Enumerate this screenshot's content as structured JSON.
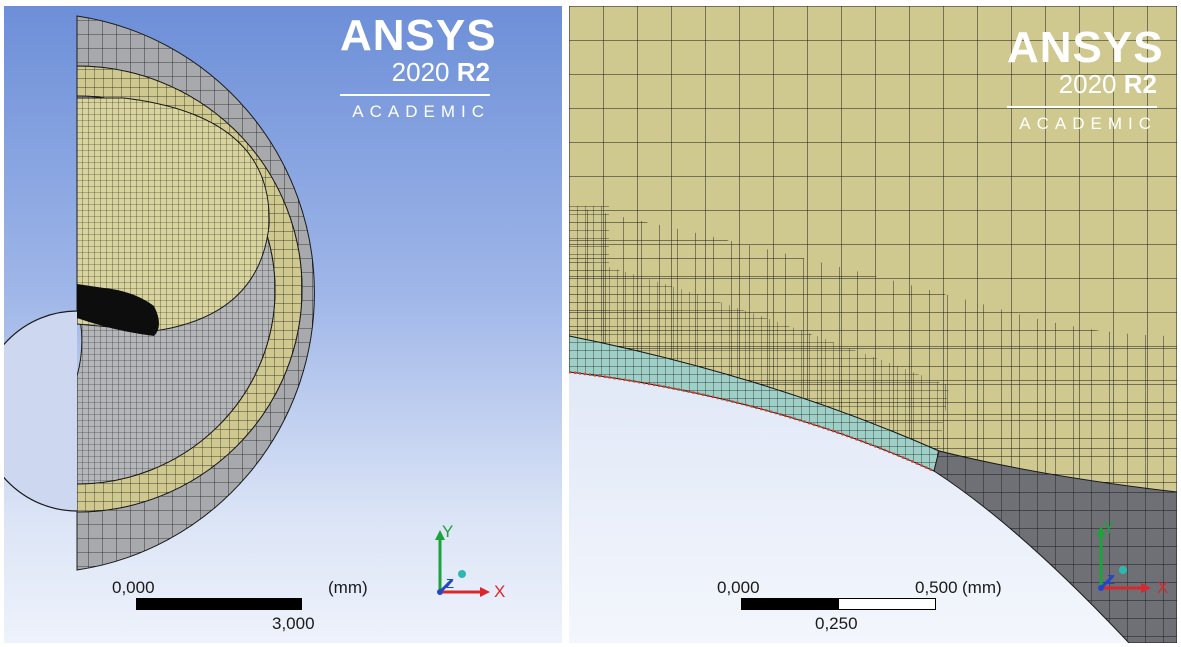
{
  "left_view": {
    "logo": {
      "brand": "ANSYS",
      "version_year": "2020",
      "version_release": "R2",
      "edition": "ACADEMIC"
    },
    "scale": {
      "start_label": "0,000",
      "end_label": "3,000",
      "unit_label": "(mm)"
    },
    "triad": {
      "x_label": "X",
      "y_label": "Y",
      "z_label": "Z"
    }
  },
  "right_view": {
    "logo": {
      "brand": "ANSYS",
      "version_year": "2020",
      "version_release": "R2",
      "edition": "ACADEMIC"
    },
    "scale": {
      "start_label": "0,000",
      "mid_label": "0,250",
      "end_label": "0,500",
      "unit_label": "(mm)"
    },
    "triad": {
      "x_label": "X",
      "y_label": "Y",
      "z_label": "Z"
    }
  },
  "colors": {
    "mesh_line": "#1a1a1a",
    "body_tan": "#cfc88f",
    "body_tan_light": "#d9d49e",
    "body_gray": "#a7a9ad",
    "body_dark_gray": "#6e7075",
    "contact_cyan": "#9fd0c8",
    "contact_red": "#e0412b",
    "axis_x": "#d9272e",
    "axis_y": "#1ea23b",
    "axis_z": "#2446c8"
  }
}
